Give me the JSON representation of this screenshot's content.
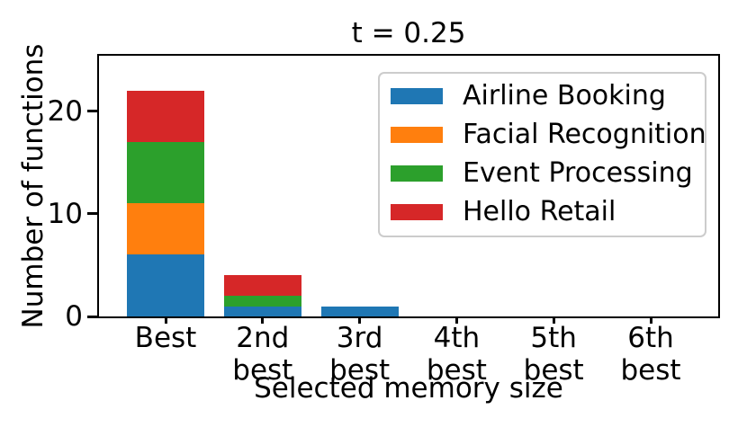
{
  "chart_data": {
    "type": "bar",
    "stacked": true,
    "title": "t = 0.25",
    "xlabel": "Selected memory size",
    "ylabel": "Number of functions",
    "categories": [
      "Best",
      "2nd\nbest",
      "3rd\nbest",
      "4th\nbest",
      "5th\nbest",
      "6th\nbest"
    ],
    "series": [
      {
        "name": "Airline Booking",
        "color": "#1f77b4",
        "values": [
          6,
          1,
          1,
          0,
          0,
          0
        ]
      },
      {
        "name": "Facial Recognition",
        "color": "#ff7f0e",
        "values": [
          5,
          0,
          0,
          0,
          0,
          0
        ]
      },
      {
        "name": "Event Processing",
        "color": "#2ca02c",
        "values": [
          6,
          1,
          0,
          0,
          0,
          0
        ]
      },
      {
        "name": "Hello Retail",
        "color": "#d62728",
        "values": [
          5,
          2,
          0,
          0,
          0,
          0
        ]
      }
    ],
    "totals": [
      22,
      4,
      1,
      0,
      0,
      0
    ],
    "ylim": [
      0,
      25.4
    ],
    "yticks": [
      0,
      10,
      20
    ],
    "legend_position": "upper right",
    "grid": false,
    "axis_color": "#000000",
    "background_color": "#ffffff"
  }
}
